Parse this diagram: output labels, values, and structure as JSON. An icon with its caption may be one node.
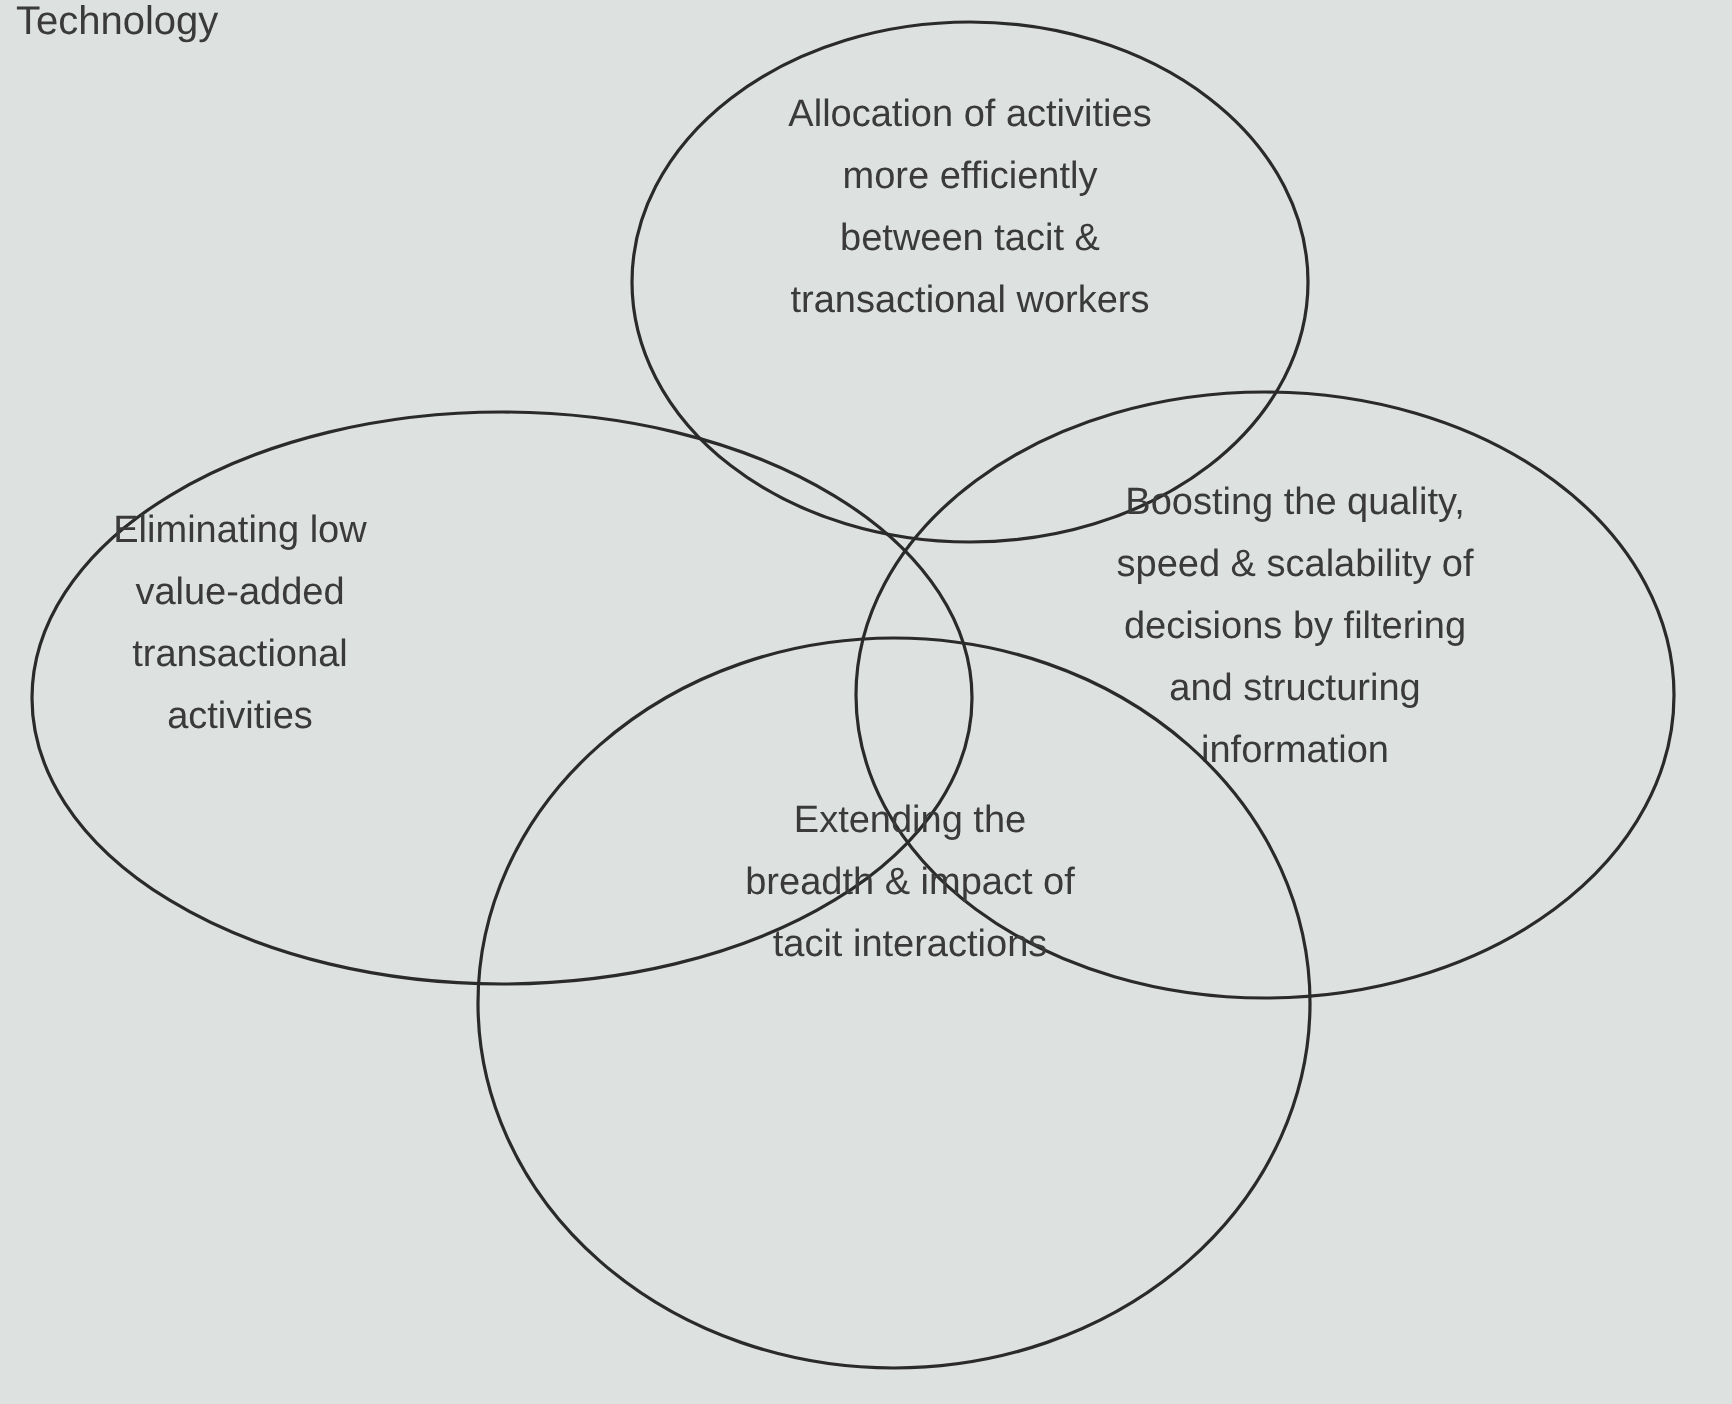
{
  "diagram": {
    "nodes": [
      {
        "text": [
          "Allocation of activities more efficiently between tacit & transactional workers"
        ]
      },
      {
        "text": [
          "Eliminating low value-added transactional activities"
        ]
      },
      {
        "text": [
          "Boosting the quality, speed & scalability of decisions by filtering and structuring information"
        ]
      },
      {
        "text": [
          "Extending the breadth & impact of tacit interactions"
        ]
      }
    ],
    "edges": [],
    "labels": [
      "Technology"
    ]
  }
}
